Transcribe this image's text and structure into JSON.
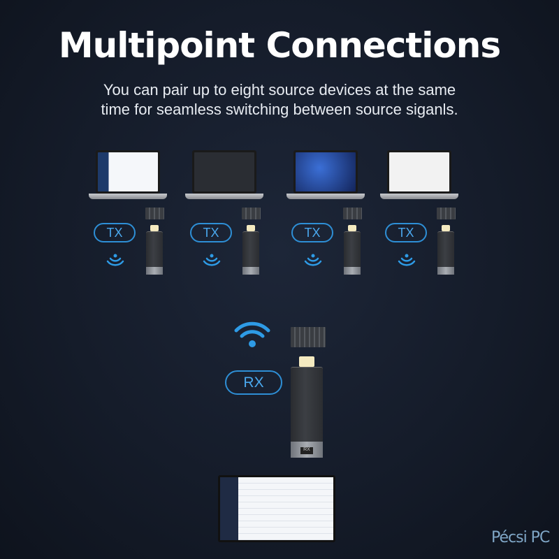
{
  "header": {
    "title": "Multipoint Connections",
    "subtitle_line1": "You can pair up to eight source devices at the same",
    "subtitle_line2": "time for seamless switching between source siganls."
  },
  "transmitters": [
    {
      "label": "TX",
      "screen": "light"
    },
    {
      "label": "TX",
      "screen": "dark"
    },
    {
      "label": "TX",
      "screen": "dashboard"
    },
    {
      "label": "TX",
      "screen": "document"
    }
  ],
  "receiver": {
    "label": "RX",
    "dongle_label": "RX"
  },
  "watermark": {
    "text": "Pécsi PC"
  },
  "colors": {
    "accent": "#2e8fd6",
    "background": "#151c2a"
  },
  "icons": [
    "wifi-icon",
    "hdmi-dongle"
  ]
}
